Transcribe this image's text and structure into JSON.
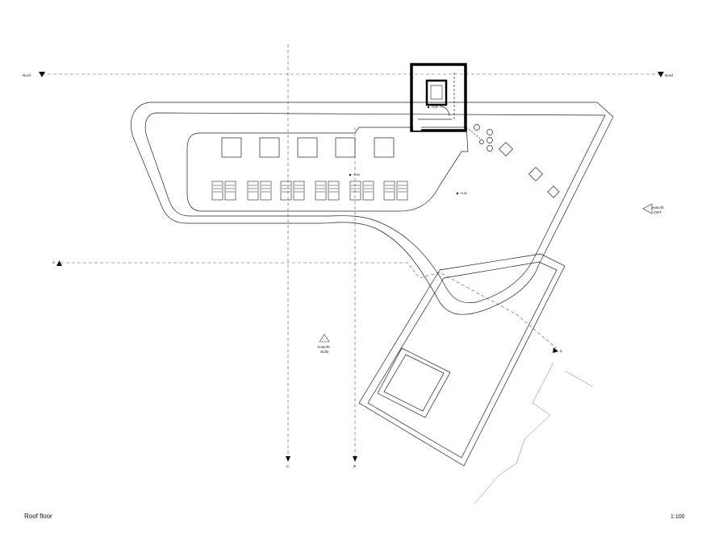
{
  "drawing": {
    "title": "Roof floor",
    "scale": "1:100",
    "north_left_label": "Nord",
    "north_right_label": "Nord",
    "section_a_label": "A",
    "section_b_label": "B",
    "section_c_label": "C",
    "section_d_label": "d",
    "view_east": {
      "line1": "Ansicht",
      "line2": "OST"
    },
    "view_south": {
      "line1": "Ansicht",
      "line2": "SÜD"
    },
    "levels": [
      "+9,80",
      "+9,80",
      "+9,80"
    ]
  }
}
